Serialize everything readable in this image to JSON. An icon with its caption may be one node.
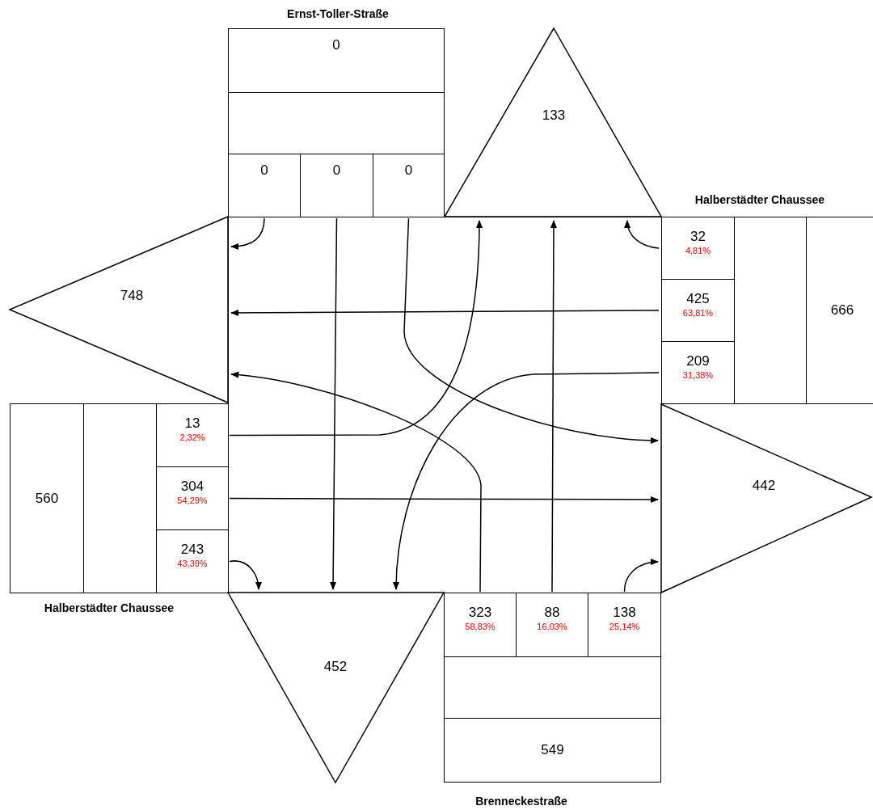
{
  "diagram": {
    "nodes": [
      {
        "text": [
          "0"
        ]
      },
      {
        "text": [],
        "shape": "box"
      },
      {
        "text": [
          "0"
        ]
      },
      {
        "text": [
          "0"
        ]
      },
      {
        "text": [
          "0"
        ]
      },
      {
        "text": [
          "133"
        ]
      },
      {
        "text": [
          "748"
        ]
      },
      {
        "text": [
          "32",
          "4,81%"
        ]
      },
      {
        "text": [
          "425",
          "63,81%"
        ]
      },
      {
        "text": [
          "209",
          "31,38%"
        ]
      },
      {
        "text": [],
        "shape": "box"
      },
      {
        "text": [
          "666"
        ]
      },
      {
        "text": [
          "442"
        ]
      },
      {
        "text": [
          "560"
        ]
      },
      {
        "text": [],
        "shape": "box"
      },
      {
        "text": [
          "13",
          "2,32%"
        ]
      },
      {
        "text": [
          "304",
          "54,29%"
        ]
      },
      {
        "text": [
          "243",
          "43,39%"
        ]
      },
      {
        "text": [
          "452"
        ]
      },
      {
        "text": [
          "323",
          "58,83%"
        ]
      },
      {
        "text": [
          "88",
          "16,03%"
        ]
      },
      {
        "text": [
          "138",
          "25,14%"
        ]
      },
      {
        "text": [],
        "shape": "box"
      },
      {
        "text": [
          "549"
        ]
      }
    ],
    "edges": [
      {
        "from": 2,
        "to": 6,
        "arrow": "to"
      },
      {
        "from": 3,
        "to": 18,
        "arrow": "to"
      },
      {
        "from": 4,
        "to": 12,
        "arrow": "to"
      },
      {
        "from": 7,
        "to": 5,
        "arrow": "to"
      },
      {
        "from": 8,
        "to": 6,
        "arrow": "to"
      },
      {
        "from": 9,
        "to": 18,
        "arrow": "to"
      },
      {
        "from": 15,
        "to": 5,
        "arrow": "to"
      },
      {
        "from": 16,
        "to": 12,
        "arrow": "to"
      },
      {
        "from": 17,
        "to": 18,
        "arrow": "to"
      },
      {
        "from": 19,
        "to": 6,
        "arrow": "to"
      },
      {
        "from": 20,
        "to": 5,
        "arrow": "to"
      },
      {
        "from": 21,
        "to": 12,
        "arrow": "to"
      }
    ],
    "labels": [
      "Ernst-Toller-Straße",
      "Halberstädter Chaussee",
      "Halberstädter Chaussee",
      "Brenneckestraße"
    ]
  }
}
